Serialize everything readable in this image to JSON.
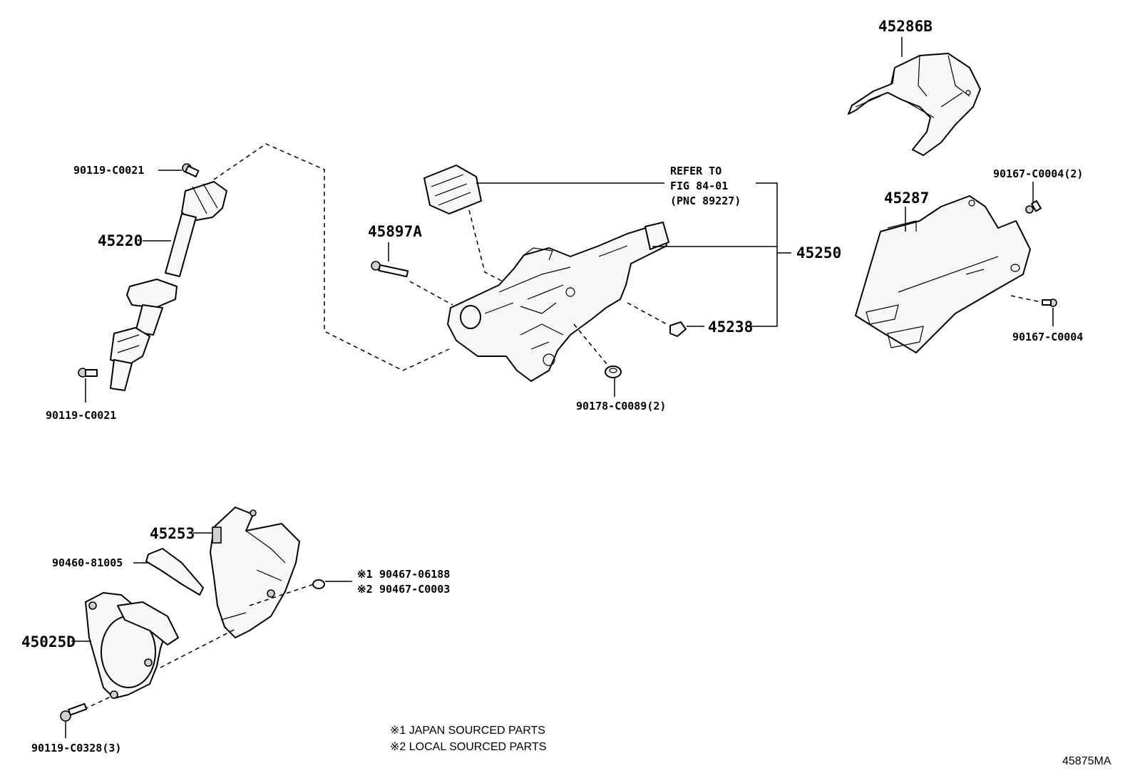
{
  "labels": {
    "p45286B": "45286B",
    "p90119_c0021_top": "90119-C0021",
    "p45220": "45220",
    "p90119_c0021_bottom": "90119-C0021",
    "refer_line1": "REFER TO",
    "refer_line2": "FIG 84-01",
    "refer_line3": "(PNC 89227)",
    "p45897A": "45897A",
    "p45250": "45250",
    "p45238": "45238",
    "p90178": "90178-C0089(2)",
    "p90167_2": "90167-C0004(2)",
    "p45287": "45287",
    "p90167": "90167-C0004",
    "p45253": "45253",
    "p90460": "90460-81005",
    "p90467_1_mark": "※1",
    "p90467_1": "90467-06188",
    "p90467_2_mark": "※2",
    "p90467_2": "90467-C0003",
    "p45025D": "45025D",
    "p90119_c0328": "90119-C0328(3)"
  },
  "notes": {
    "japan": "※1 JAPAN SOURCED PARTS",
    "local": "※2 LOCAL SOURCED PARTS"
  },
  "figure_id": "45875MA"
}
